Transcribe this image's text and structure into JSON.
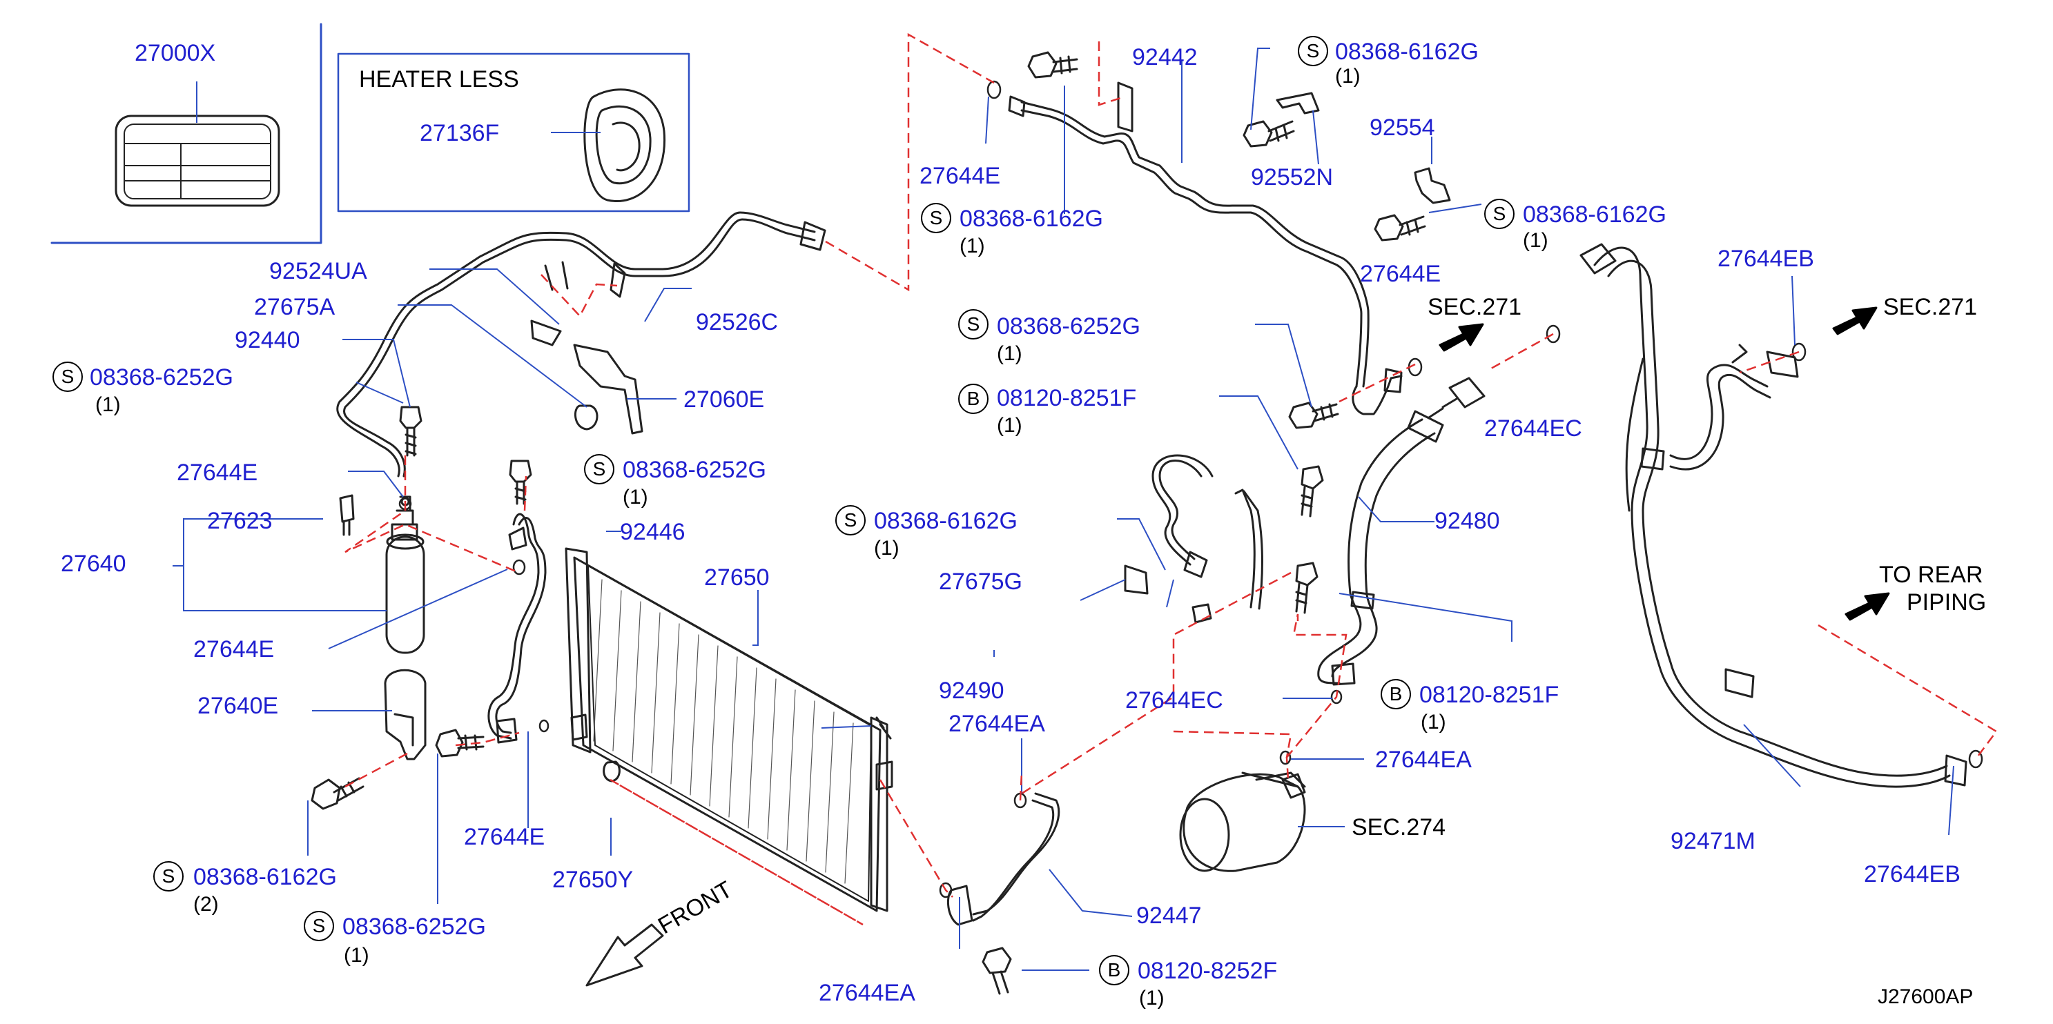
{
  "diagram_code": "J27600AP",
  "notes": {
    "heater_less": "HEATER  LESS",
    "front": "FRONT",
    "to_rear_piping": [
      "TO   REAR",
      "PIPING"
    ]
  },
  "parts": {
    "p27000X": "27000X",
    "p27136F": "27136F",
    "p92442": "92442",
    "p27644E_a": "27644E",
    "p92552N": "92552N",
    "p92554": "92554",
    "p92524UA": "92524UA",
    "p27675A": "27675A",
    "p92440": "92440",
    "p92526C": "92526C",
    "p27060E": "27060E",
    "p27644E_b": "27644E",
    "p27623": "27623",
    "p27640": "27640",
    "p27644E_c": "27644E",
    "p27640E": "27640E",
    "p92446": "92446",
    "p27650": "27650",
    "p27644E_d": "27644E",
    "p27650Y": "27650Y",
    "p27675G": "27675G",
    "p92490": "92490",
    "p27644EA_a": "27644EA",
    "p27644EC_a": "27644EC",
    "p92447": "92447",
    "p27644EA_b": "27644EA",
    "p27644E_e": "27644E",
    "p27644EC_b": "27644EC",
    "p92480": "92480",
    "p27644EA_c": "27644EA",
    "p27644EB_a": "27644EB",
    "p92471M": "92471M",
    "p27644EB_b": "27644EB"
  },
  "references": {
    "sec271_a": "SEC.271",
    "sec271_b": "SEC.271",
    "sec274": "SEC.274"
  },
  "fasteners": {
    "f1": {
      "symbol": "S",
      "code": "08368-6162G",
      "qty": "(1)"
    },
    "f2": {
      "symbol": "S",
      "code": "08368-6162G",
      "qty": "(1)"
    },
    "f3": {
      "symbol": "S",
      "code": "08368-6162G",
      "qty": "(1)"
    },
    "f4": {
      "symbol": "S",
      "code": "08368-6252G",
      "qty": "(1)"
    },
    "f5": {
      "symbol": "S",
      "code": "08368-6252G",
      "qty": "(1)"
    },
    "f6": {
      "symbol": "B",
      "code": "08120-8251F",
      "qty": "(1)"
    },
    "f7": {
      "symbol": "S",
      "code": "08368-6252G",
      "qty": "(1)"
    },
    "f8": {
      "symbol": "S",
      "code": "08368-6162G",
      "qty": "(1)"
    },
    "f9": {
      "symbol": "B",
      "code": "08120-8251F",
      "qty": "(1)"
    },
    "f10": {
      "symbol": "S",
      "code": "08368-6162G",
      "qty": "(2)"
    },
    "f11": {
      "symbol": "S",
      "code": "08368-6252G",
      "qty": "(1)"
    },
    "f12": {
      "symbol": "B",
      "code": "08120-8252F",
      "qty": "(1)"
    }
  },
  "colors": {
    "label": "#1f1fcf",
    "leader": "#2d4fc4",
    "dashed": "#e03030",
    "part": "#222222"
  }
}
